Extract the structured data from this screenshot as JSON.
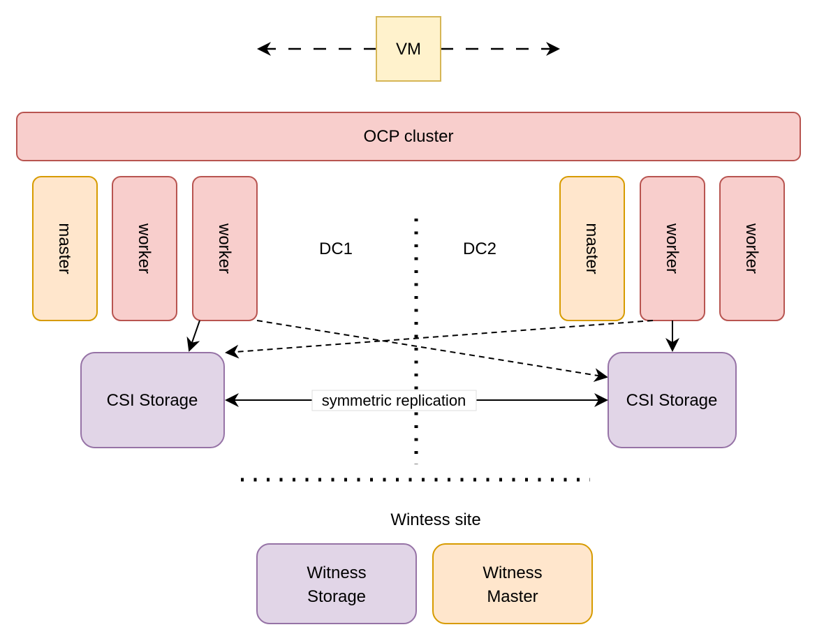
{
  "vm": {
    "label": "VM"
  },
  "cluster": {
    "label": "OCP cluster"
  },
  "dc1": {
    "label": "DC1",
    "nodes": [
      "master",
      "worker",
      "worker"
    ],
    "storage": "CSI Storage"
  },
  "dc2": {
    "label": "DC2",
    "nodes": [
      "master",
      "worker",
      "worker"
    ],
    "storage": "CSI Storage"
  },
  "replication": {
    "label": "symmetric replication"
  },
  "witness": {
    "site_label": "Wintess site",
    "storage": [
      "Witness",
      "Storage"
    ],
    "master": [
      "Witness",
      "Master"
    ]
  },
  "colors": {
    "master_fill": "#ffe6cc",
    "master_stroke": "#d79b00",
    "worker_fill": "#f8cecc",
    "worker_stroke": "#b85450",
    "storage_fill": "#e1d5e7",
    "storage_stroke": "#9673a6",
    "vm_fill": "#fff2cc",
    "vm_stroke": "#d6b656"
  }
}
